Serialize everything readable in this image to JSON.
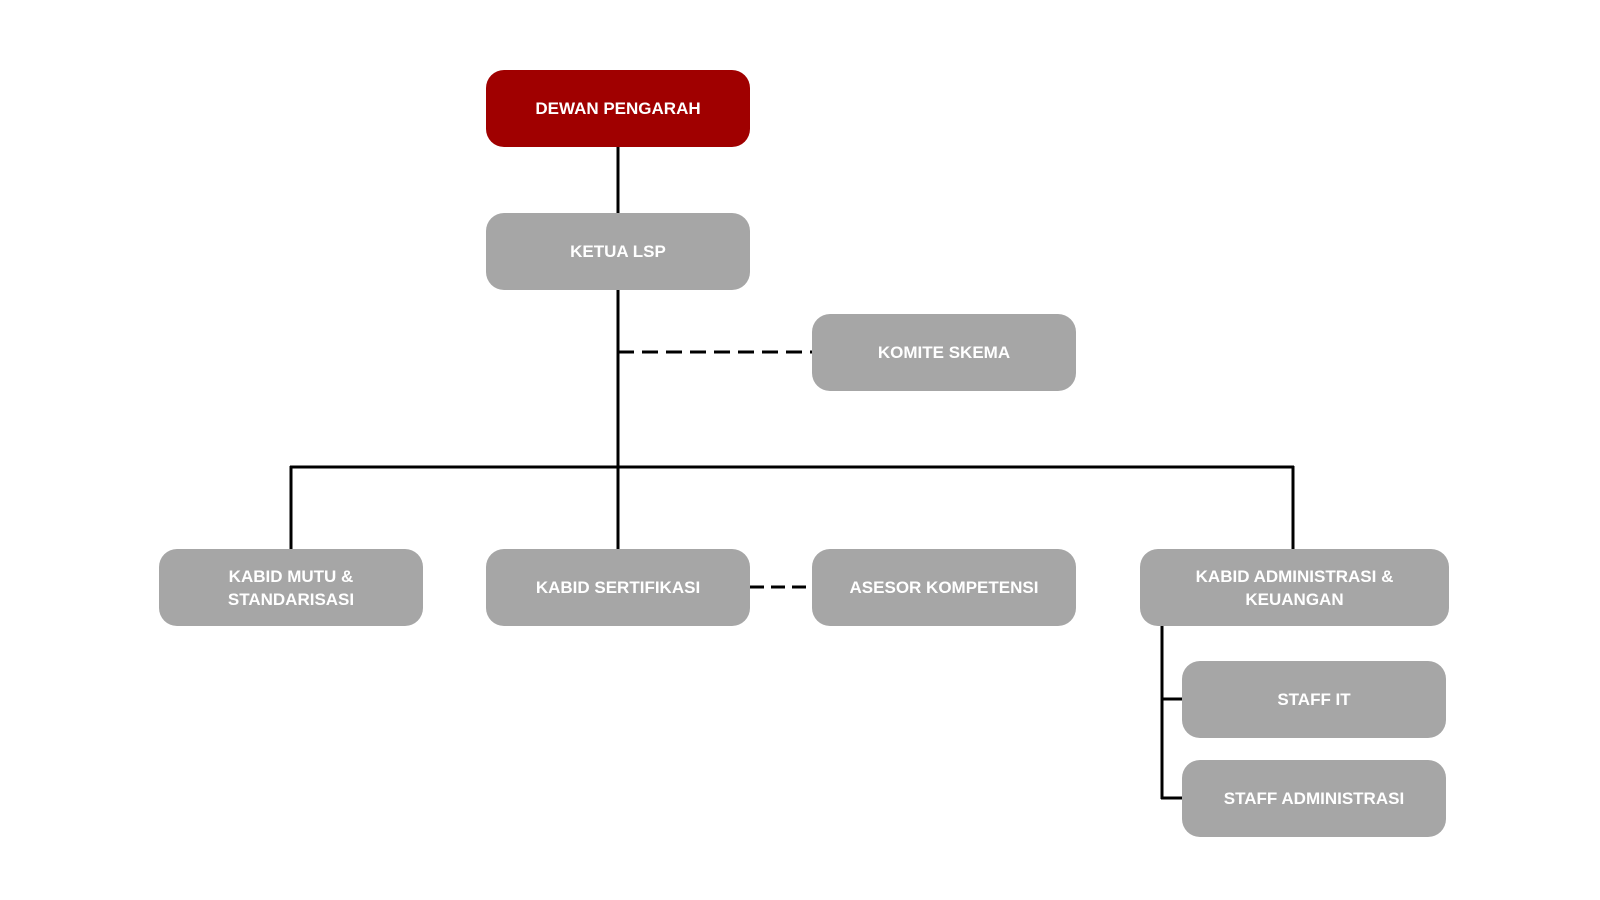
{
  "diagram": {
    "type": "org-chart",
    "colors": {
      "root_fill": "#a00000",
      "node_fill": "#a6a6a6",
      "text": "#ffffff",
      "connector": "#000000"
    },
    "nodes": {
      "dewan_pengarah": "DEWAN PENGARAH",
      "ketua_lsp": "KETUA LSP",
      "komite_skema": "KOMITE SKEMA",
      "kabid_mutu": "KABID MUTU &\nSTANDARISASI",
      "kabid_sertifikasi": "KABID SERTIFIKASI",
      "asesor_kompetensi": "ASESOR KOMPETENSI",
      "kabid_administrasi": "KABID ADMINISTRASI &\nKEUANGAN",
      "staff_it": "STAFF IT",
      "staff_administrasi": "STAFF ADMINISTRASI"
    },
    "edges": [
      {
        "from": "dewan_pengarah",
        "to": "ketua_lsp",
        "style": "solid"
      },
      {
        "from": "ketua_lsp",
        "to": "komite_skema",
        "style": "dashed"
      },
      {
        "from": "ketua_lsp",
        "to": "kabid_mutu",
        "style": "solid"
      },
      {
        "from": "ketua_lsp",
        "to": "kabid_sertifikasi",
        "style": "solid"
      },
      {
        "from": "ketua_lsp",
        "to": "kabid_administrasi",
        "style": "solid"
      },
      {
        "from": "kabid_sertifikasi",
        "to": "asesor_kompetensi",
        "style": "dashed"
      },
      {
        "from": "kabid_administrasi",
        "to": "staff_it",
        "style": "solid"
      },
      {
        "from": "kabid_administrasi",
        "to": "staff_administrasi",
        "style": "solid"
      }
    ]
  }
}
